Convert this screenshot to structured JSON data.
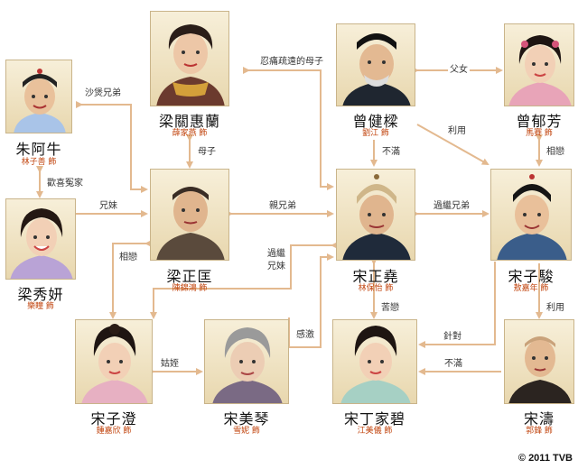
{
  "copyright": "© 2011 TVB",
  "colors": {
    "line": "#e3b98f",
    "actor_text": "#c1440e",
    "frame": "#c9b48a"
  },
  "characters": {
    "zhu_a_niu": {
      "name": "朱阿牛",
      "actor": "林子善 飾"
    },
    "liang_guan_hui_lan": {
      "name": "梁關惠蘭",
      "actor": "薛家燕 飾"
    },
    "zeng_jian_liang": {
      "name": "曾健樑",
      "actor": "劉江 飾"
    },
    "zeng_yu_fang": {
      "name": "曾郁芳",
      "actor": "馬賽 飾"
    },
    "liang_xiu_yan": {
      "name": "梁秀妍",
      "actor": "樂瞳 飾"
    },
    "liang_zheng_kuang": {
      "name": "梁正匡",
      "actor": "陳錦鴻 飾"
    },
    "song_zheng_yao": {
      "name": "宋正堯",
      "actor": "林保怡 飾"
    },
    "song_zi_jun": {
      "name": "宋子駿",
      "actor": "敖嘉年 飾"
    },
    "song_zi_cheng": {
      "name": "宋子澄",
      "actor": "鍾嘉欣 飾"
    },
    "song_mei_qin": {
      "name": "宋美琴",
      "actor": "雪妮 飾"
    },
    "song_ding_jia_bi": {
      "name": "宋丁家碧",
      "actor": "江美儀 飾"
    },
    "song_tao": {
      "name": "宋濤",
      "actor": "郭鋒 飾"
    }
  },
  "relations": {
    "shagong_xiongdi": "沙煲兄弟",
    "renhen_shuyuan_muzi": "忍痛疏遠的母子",
    "funu": "父女",
    "muzi": "母子",
    "liyong_1": "利用",
    "buman_1": "不滿",
    "xiangai_1": "相戀",
    "huanxi_yuanjia": "歡喜冤家",
    "xiongmei": "兄妹",
    "qin_xiongdi": "親兄弟",
    "guoji_xiongdi": "過繼兄弟",
    "xiangai_2": "相戀",
    "guoji_xiongmei_1": "過繼",
    "guoji_xiongmei_2": "兄妹",
    "kulian": "苦戀",
    "liyong_2": "利用",
    "ganji": "感激",
    "zhendui": "針對",
    "guzhi": "姑姪",
    "buman_2": "不滿"
  }
}
